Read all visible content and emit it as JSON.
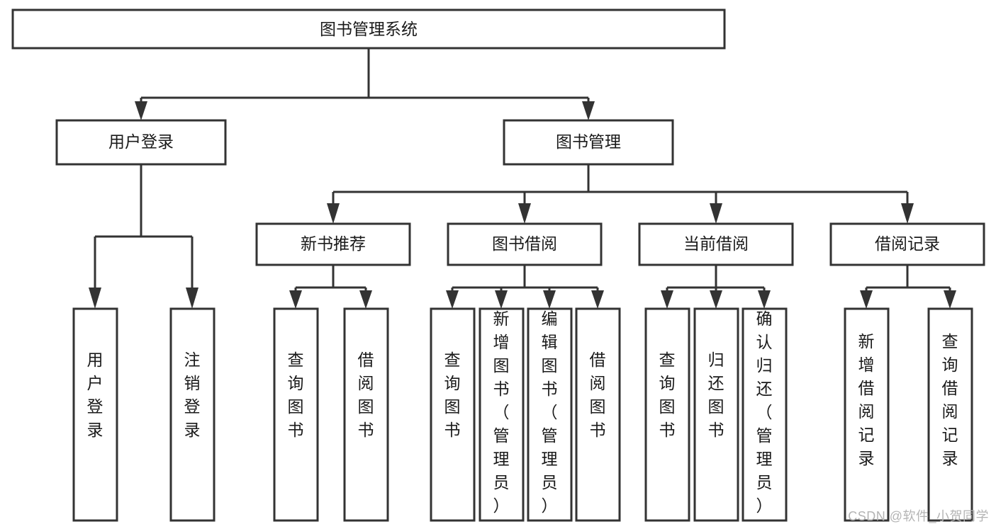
{
  "diagram": {
    "title": "图书管理系统",
    "type": "tree-hierarchy",
    "watermark": "CSDN @软件_小贺同学",
    "colors": {
      "box_stroke": "#333333",
      "box_fill": "#ffffff",
      "line": "#333333",
      "text": "#1a1a1a",
      "background": "#ffffff",
      "watermark": "#b4b4b4"
    },
    "root": {
      "label": "图书管理系统"
    },
    "level2": [
      {
        "label": "用户登录"
      },
      {
        "label": "图书管理"
      }
    ],
    "level3": [
      {
        "label": "新书推荐"
      },
      {
        "label": "图书借阅"
      },
      {
        "label": "当前借阅"
      },
      {
        "label": "借阅记录"
      }
    ],
    "leaves": {
      "user_login": [
        {
          "label": "用户登录"
        },
        {
          "label": "注销登录"
        }
      ],
      "new_book_recommend": [
        {
          "label": "查询图书"
        },
        {
          "label": "借阅图书"
        }
      ],
      "book_borrow": [
        {
          "label": "查询图书"
        },
        {
          "label": "新增图书（管理员）"
        },
        {
          "label": "编辑图书（管理员）"
        },
        {
          "label": "借阅图书"
        }
      ],
      "current_borrow": [
        {
          "label": "查询图书"
        },
        {
          "label": "归还图书"
        },
        {
          "label": "确认归还（管理员）"
        }
      ],
      "borrow_record": [
        {
          "label": "新增借阅记录"
        },
        {
          "label": "查询借阅记录"
        }
      ]
    }
  }
}
